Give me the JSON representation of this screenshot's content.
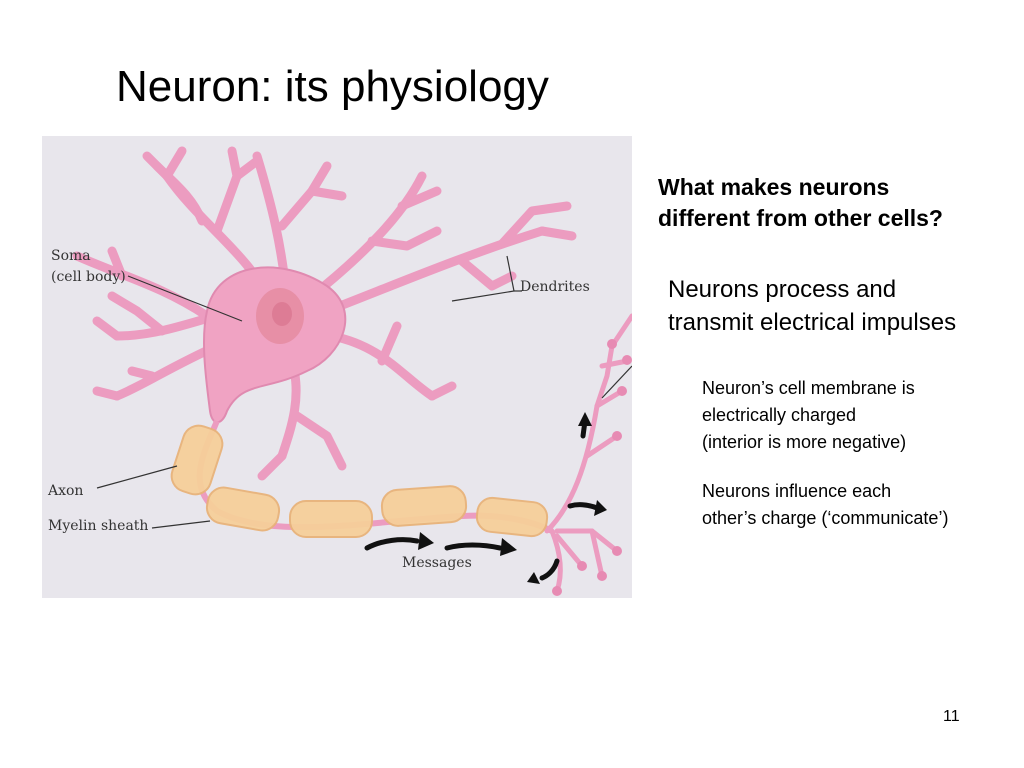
{
  "slide": {
    "title": "Neuron: its physiology",
    "question": [
      "What makes neurons",
      "different from other cells?"
    ],
    "point1": [
      "Neurons process and",
      "transmit electrical impulses"
    ],
    "point2": [
      "Neuron’s cell membrane is",
      "electrically charged",
      "(interior is more negative)"
    ],
    "point3": [
      "Neurons influence each",
      "other’s charge (‘communicate’)"
    ],
    "page_number": "11"
  },
  "figure": {
    "labels": {
      "soma": "Soma",
      "soma_sub": "(cell body)",
      "dendrites": "Dendrites",
      "axon": "Axon",
      "myelin": "Myelin sheath",
      "messages": "Messages"
    },
    "colors": {
      "background": "#e8e6ec",
      "cell": "#f0a3c3",
      "cell_dark": "#d97aa3",
      "nucleus": "#e5899f",
      "myelin": "#f6cf9a",
      "myelin_edge": "#e8b37a"
    }
  }
}
